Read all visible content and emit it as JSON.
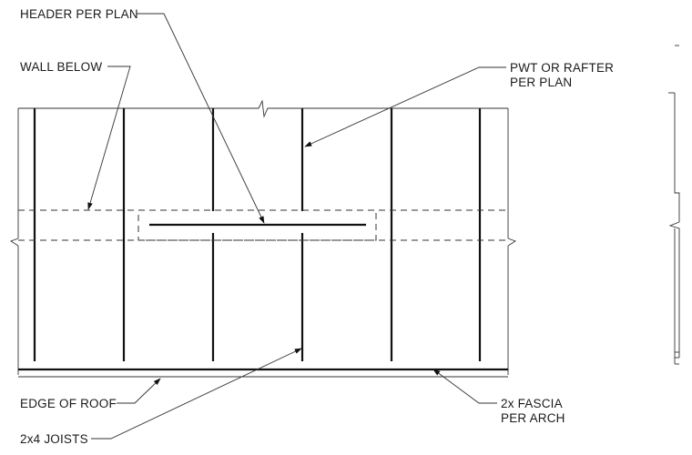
{
  "labels": {
    "header_per_plan": "HEADER PER PLAN",
    "wall_below": "WALL BELOW",
    "pwt_line1": "PWT OR RAFTER",
    "pwt_line2": "PER PLAN",
    "edge_of_roof": "EDGE OF ROOF",
    "fascia_line1": "2x FASCIA",
    "fascia_line2": "PER ARCH",
    "joists": "2x4 JOISTS"
  },
  "colors": {
    "line": "#111111",
    "background": "#ffffff"
  }
}
